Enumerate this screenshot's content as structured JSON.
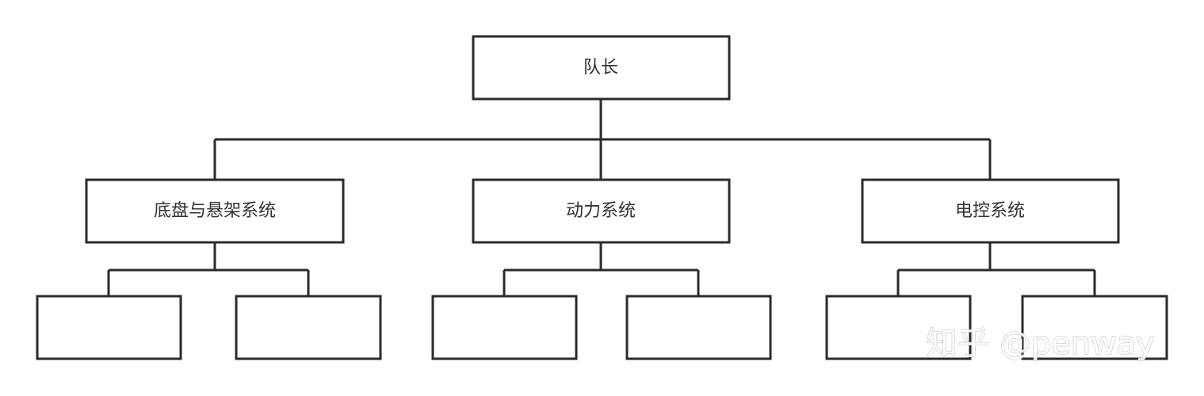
{
  "org_chart": {
    "root": {
      "label": "队长"
    },
    "children": [
      {
        "label": "底盘与悬架系统",
        "subnodes": [
          "",
          ""
        ]
      },
      {
        "label": "动力系统",
        "subnodes": [
          "",
          ""
        ]
      },
      {
        "label": "电控系统",
        "subnodes": [
          "",
          ""
        ]
      }
    ]
  },
  "watermark": "知乎 @penway",
  "colors": {
    "stroke": "#2b2b2b",
    "text": "#333333",
    "background": "#ffffff"
  }
}
